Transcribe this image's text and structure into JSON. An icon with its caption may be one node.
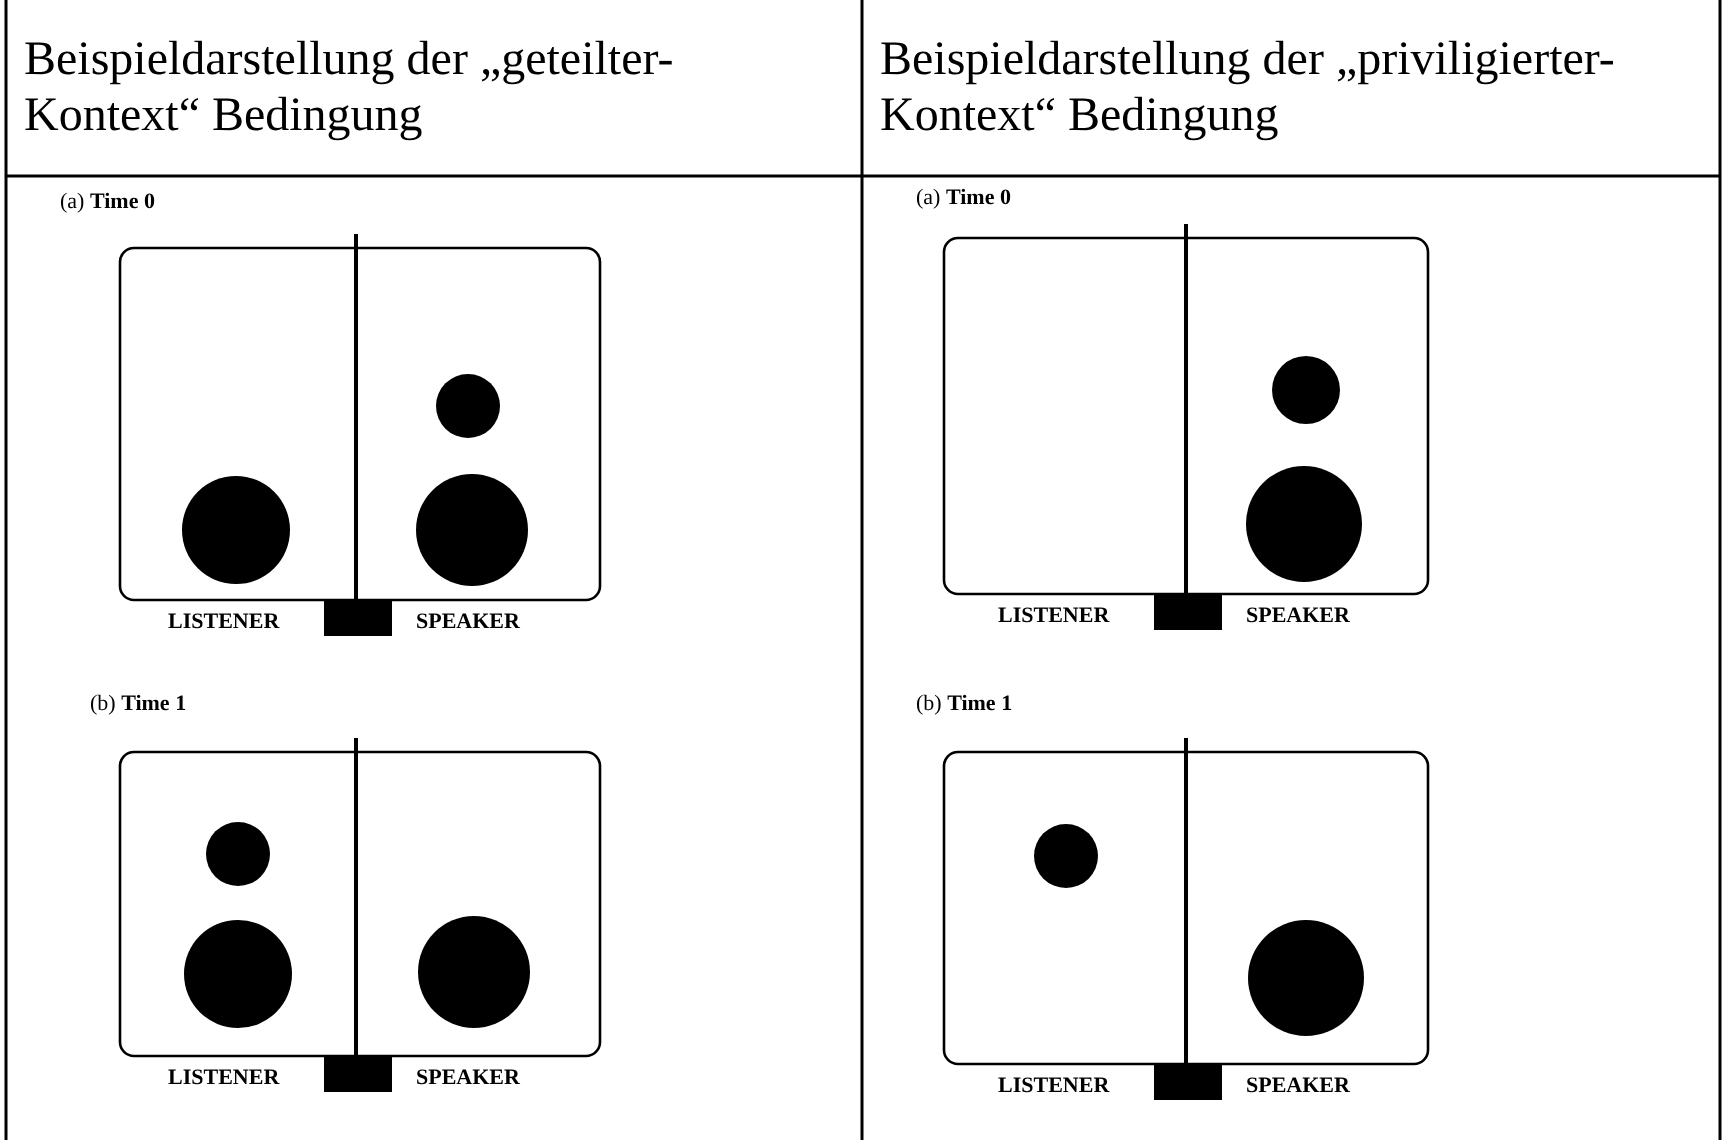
{
  "diagram": {
    "labels": [
      "Beispieldarstellung der „geteilter-Kontext“ Bedingung",
      "Beispieldarstellung der „priviligierter-Kontext“ Bedingung",
      "(a) **Time 0**",
      "LISTENER",
      "SPEAKER",
      "(b) **Time 1**",
      "LISTENER",
      "SPEAKER",
      "(a) **Time 0**",
      "LISTENER",
      "SPEAKER",
      "(b) **Time 1**",
      "LISTENER",
      "SPEAKER"
    ]
  }
}
